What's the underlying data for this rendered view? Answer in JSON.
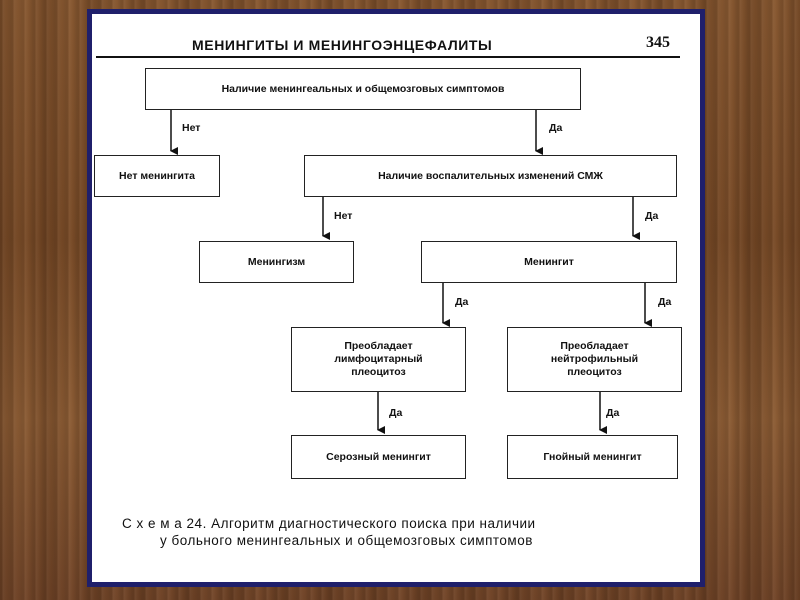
{
  "header": {
    "title": "МЕНИНГИТЫ И МЕНИНГОЭНЦЕФАЛИТЫ",
    "page_number": "345"
  },
  "flowchart": {
    "nodes": {
      "meningeal_symptoms": "Наличие менингеальных и общемозговых симптомов",
      "no_meningitis": "Нет менингита",
      "csf_changes": "Наличие воспалительных изменений СМЖ",
      "meningism": "Менингизм",
      "meningitis": "Менингит",
      "lymphocytic": "Преобладает лимфоцитарный плеоцитоз",
      "neutrophilic": "Преобладает нейтрофильный плеоцитоз",
      "serous": "Серозный менингит",
      "purulent": "Гнойный менингит"
    },
    "edges": {
      "no_1": "Нет",
      "yes_1": "Да",
      "no_2": "Нет",
      "yes_2": "Да",
      "yes_3": "Да",
      "yes_4": "Да",
      "yes_5": "Да",
      "yes_6": "Да"
    }
  },
  "caption": {
    "line1": "С х е м а  24. Алгоритм диагностического поиска при наличии",
    "line2": "у больного менингеальных и общемозговых симптомов"
  }
}
